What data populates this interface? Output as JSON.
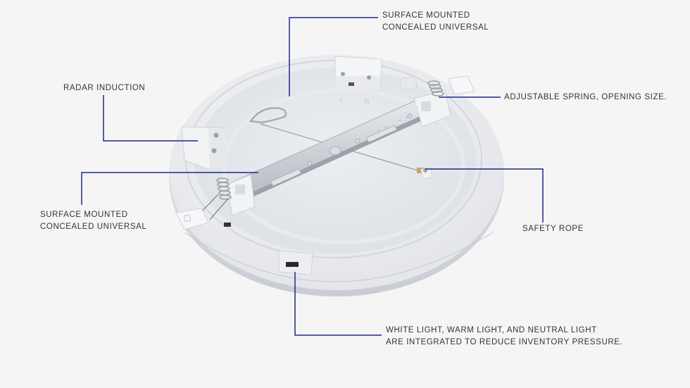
{
  "diagram": {
    "subject": "Round LED panel light (rear view) with mounting bracket",
    "leader_line_color": "#1e2a8a",
    "background_color": "#f5f5f5",
    "text_color": "#333333"
  },
  "callouts": {
    "top": {
      "line1": "SURFACE MOUNTED",
      "line2": "CONCEALED UNIVERSAL"
    },
    "radar": {
      "line1": "RADAR INDUCTION"
    },
    "spring": {
      "line1": "ADJUSTABLE SPRING, OPENING SIZE."
    },
    "left": {
      "line1": "SURFACE MOUNTED",
      "line2": "CONCEALED UNIVERSAL"
    },
    "rope": {
      "line1": "SAFETY ROPE"
    },
    "cct": {
      "line1": "WHITE LIGHT, WARM LIGHT, AND NEUTRAL LIGHT",
      "line2": "ARE INTEGRATED TO REDUCE INVENTORY PRESSURE."
    }
  },
  "markings": {
    "terminal_left": "L",
    "terminal_right": "N"
  }
}
